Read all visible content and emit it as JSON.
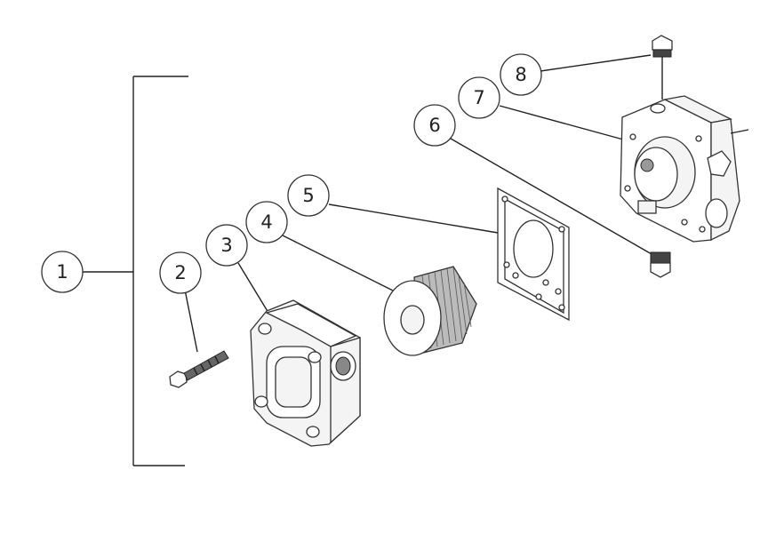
{
  "callouts": [
    {
      "id": "c1",
      "label": "1"
    },
    {
      "id": "c2",
      "label": "2"
    },
    {
      "id": "c3",
      "label": "3"
    },
    {
      "id": "c4",
      "label": "4"
    },
    {
      "id": "c5",
      "label": "5"
    },
    {
      "id": "c6",
      "label": "6"
    },
    {
      "id": "c7",
      "label": "7"
    },
    {
      "id": "c8",
      "label": "8"
    }
  ],
  "colors": {
    "ink": "#222222",
    "fill": "#f4f4f4",
    "background": "#ffffff"
  }
}
